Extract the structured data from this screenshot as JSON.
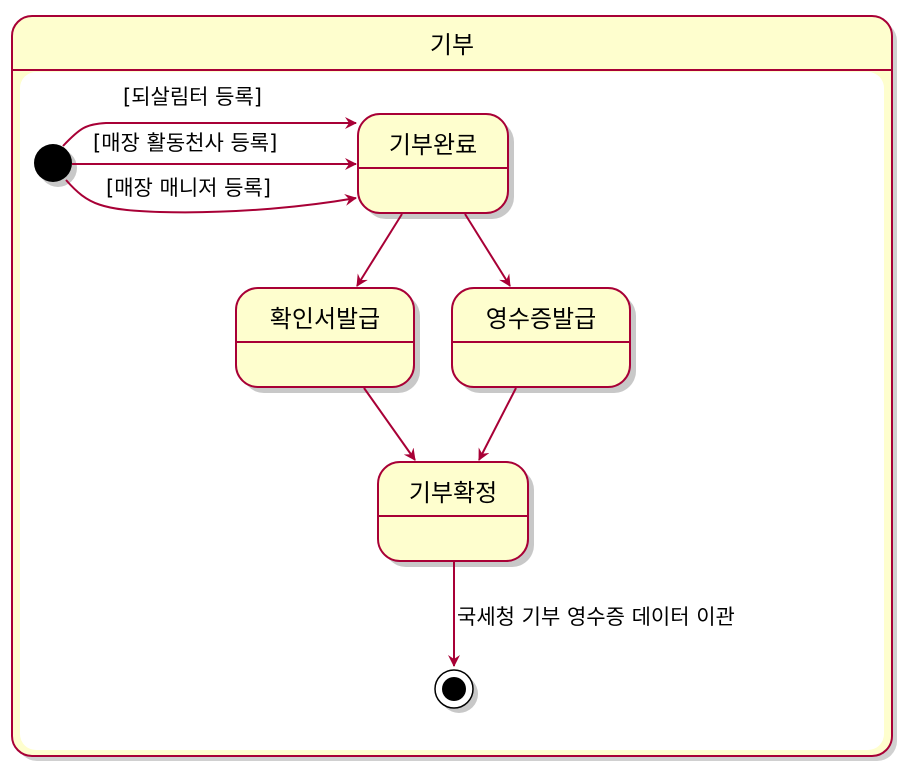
{
  "container": {
    "title": "기부"
  },
  "states": {
    "donation_complete": "기부완료",
    "certificate_issue": "확인서발급",
    "receipt_issue": "영수증발급",
    "donation_confirmed": "기부확정"
  },
  "transitions": {
    "register_deosalimteo": "[되살림터 등록]",
    "register_store_volunteer": "[매장 활동천사 등록]",
    "register_store_manager": "[매장 매니저 등록]",
    "transfer_to_nts": "국세청 기부 영수증 데이터 이관"
  },
  "colors": {
    "border": "#A80036",
    "fill": "#FEFECE",
    "shadow": "#c8c8c8",
    "initial": "#000000"
  }
}
